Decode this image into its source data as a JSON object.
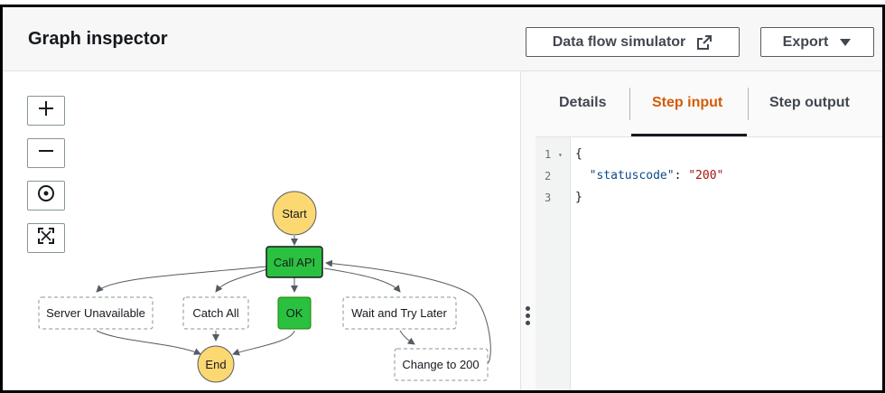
{
  "header": {
    "title": "Graph inspector",
    "simulator_label": "Data flow simulator",
    "export_label": "Export"
  },
  "zoom_controls": [
    {
      "icon": "plus-icon"
    },
    {
      "icon": "minus-icon"
    },
    {
      "icon": "center-icon"
    },
    {
      "icon": "fit-screen-icon"
    }
  ],
  "graph": {
    "nodes": {
      "start": "Start",
      "call_api": "Call API",
      "server_unavailable": "Server Unavailable",
      "catch_all": "Catch All",
      "ok": "OK",
      "wait_and_try_later": "Wait and Try Later",
      "change_to_200": "Change to 200",
      "end": "End"
    },
    "colors": {
      "terminal_fill": "#fcd872",
      "active_fill": "#2bc140",
      "selected_fill": "#1ea832",
      "edge": "#545b64"
    }
  },
  "tabs": [
    {
      "label": "Details",
      "active": false
    },
    {
      "label": "Step input",
      "active": true
    },
    {
      "label": "Step output",
      "active": false
    }
  ],
  "editor": {
    "line_numbers": [
      "1",
      "2",
      "3"
    ],
    "lines": {
      "open": "{",
      "key": "\"statuscode\"",
      "colon": ": ",
      "value": "\"200\"",
      "close": "}"
    }
  },
  "theme": {
    "accent": "#d45b07"
  }
}
